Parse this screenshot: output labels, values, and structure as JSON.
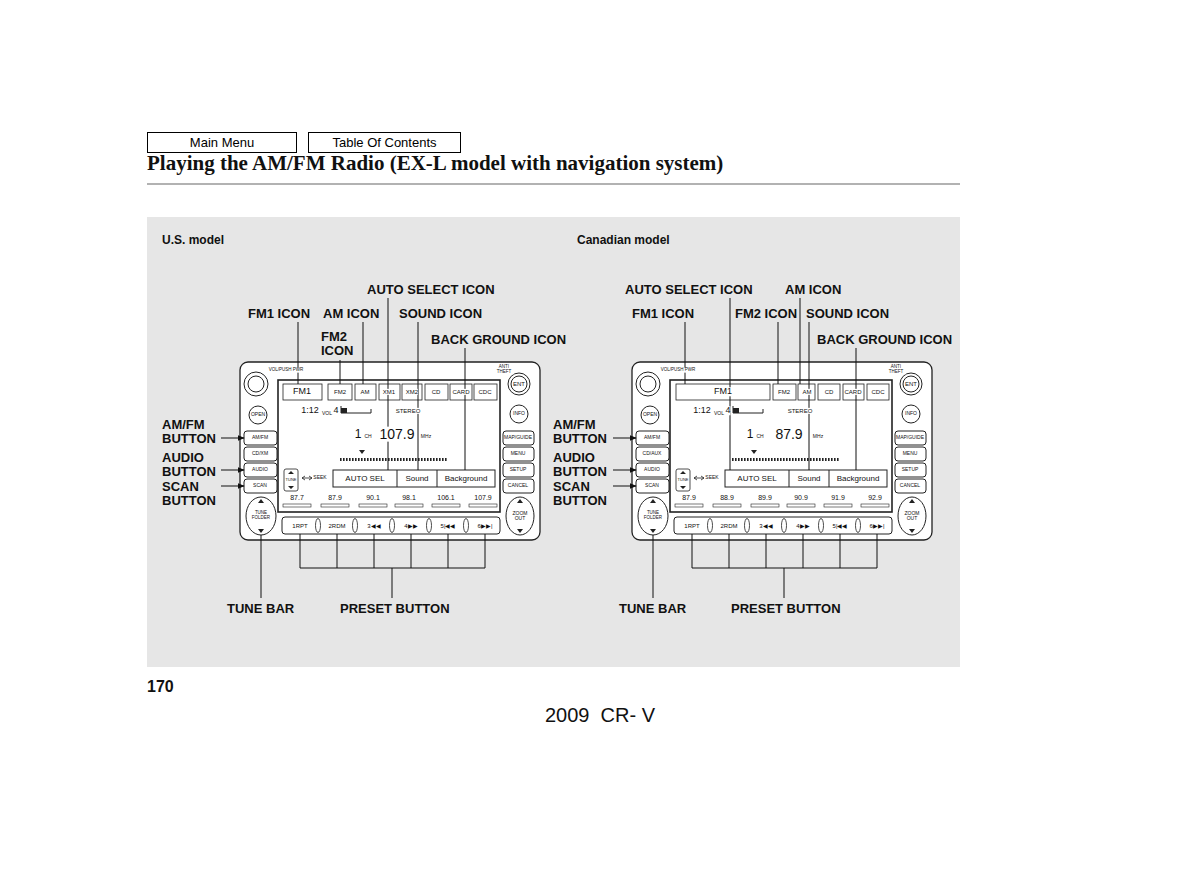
{
  "diagram": {
    "title": "Playing the AM/FM Radio (EX-L model with navigation system)",
    "nodes": [
      {
        "text": [
          "Main Menu"
        ]
      },
      {
        "text": [
          "Table Of Contents"
        ]
      }
    ],
    "labels": [
      "U.S. model",
      "Canadian model",
      "AUTO SELECT ICON",
      "FM1 ICON",
      "AM ICON",
      "SOUND ICON",
      "FM2 ICON",
      "BACK GROUND ICON",
      "AM/FM BUTTON",
      "AUDIO BUTTON",
      "SCAN BUTTON",
      "TUNE BAR",
      "PRESET BUTTON",
      "AUTO SELECT ICON",
      "AM ICON",
      "FM1 ICON",
      "FM2 ICON",
      "SOUND ICON",
      "BACK GROUND ICON",
      "AM/FM BUTTON",
      "AUDIO BUTTON",
      "SCAN BUTTON",
      "TUNE BAR",
      "PRESET BUTTON",
      "170",
      "2009  CR- V",
      "FM1",
      "FM2",
      "AM",
      "XM1",
      "XM2",
      "CD",
      "CARD",
      "CDC",
      "VOL/PUSH PWR",
      "ANTI THEFT",
      "ENT",
      "OPEN",
      "INFO",
      "AM/FM",
      "CD/XM",
      "AUDIO",
      "SCAN",
      "MAP/GUIDE",
      "MENU",
      "SETUP",
      "CANCEL",
      "1:12",
      "VOL",
      "4",
      "STEREO",
      "1",
      "CH",
      "107.9",
      "MHz",
      "TUNE",
      "SEEK",
      "AUTO SEL",
      "Sound",
      "Background",
      "87.7",
      "87.9",
      "90.1",
      "98.1",
      "106.1",
      "107.9",
      "TUNE FOLDER",
      "ZOOM OUT",
      "1RPT",
      "2RDM",
      "3◀◀",
      "4▶▶",
      "5|◀◀",
      "6▶▶|",
      "FM1",
      "FM2",
      "AM",
      "CD",
      "CARD",
      "CDC",
      "VOL/PUSH PWR",
      "ANTI THEFT",
      "ENT",
      "OPEN",
      "INFO",
      "AM/FM",
      "CD/AUX",
      "AUDIO",
      "SCAN",
      "MAP/GUIDE",
      "MENU",
      "SETUP",
      "CANCEL",
      "1:12",
      "VOL",
      "4",
      "STEREO",
      "1",
      "CH",
      "87.9",
      "MHz",
      "TUNE",
      "SEEK",
      "AUTO SEL",
      "Sound",
      "Background",
      "87.9",
      "88.9",
      "89.9",
      "90.9",
      "91.9",
      "92.9",
      "TUNE FOLDER",
      "ZOOM OUT",
      "1RPT",
      "2RDM",
      "3◀◀",
      "4▶▶",
      "5|◀◀",
      "6▶▶|"
    ]
  }
}
